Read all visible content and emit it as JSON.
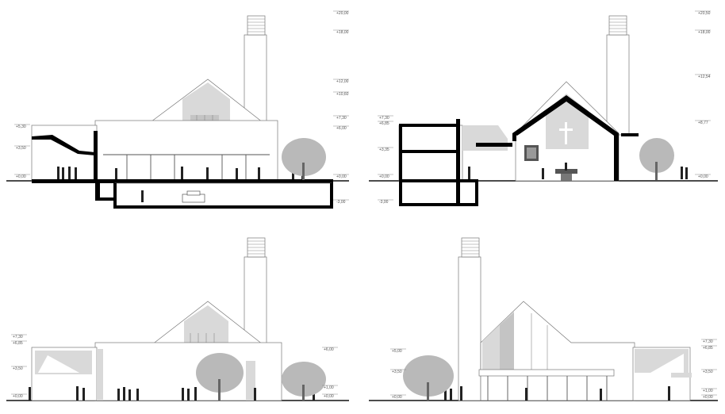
{
  "drawings": [
    {
      "id": "section-1",
      "levels_right": [
        "+20,00",
        "+18,00",
        "+12,00",
        "+10,60",
        "+7,30",
        "+6,00",
        "+0,00",
        "-3,00"
      ],
      "levels_left": [
        "+5,30",
        "+3,50",
        "+0,00"
      ]
    },
    {
      "id": "section-2",
      "levels_right": [
        "+20,50",
        "+18,00",
        "+12,54",
        "+8,77",
        "+0,00"
      ],
      "levels_left": [
        "+7,30",
        "+6,85",
        "+3,35",
        "+0,00",
        "-3,00"
      ]
    },
    {
      "id": "elevation-1",
      "levels_right": [
        "+6,00",
        "+1,00",
        "+0,00"
      ],
      "levels_left": [
        "+7,30",
        "+6,85",
        "+3,50",
        "+0,00"
      ]
    },
    {
      "id": "elevation-2",
      "levels_right": [
        "+7,30",
        "+6,85",
        "+3,50",
        "+1,00",
        "+0,00"
      ],
      "levels_left": [
        "+5,00",
        "+3,50",
        "+0,00"
      ]
    }
  ],
  "colors": {
    "ink": "#111111",
    "cut": "#000000",
    "shade": "#d9d9d9",
    "tree": "#b9b9b9"
  },
  "icons": [
    "cross-icon",
    "tree-icon",
    "person-icon",
    "car-icon"
  ]
}
